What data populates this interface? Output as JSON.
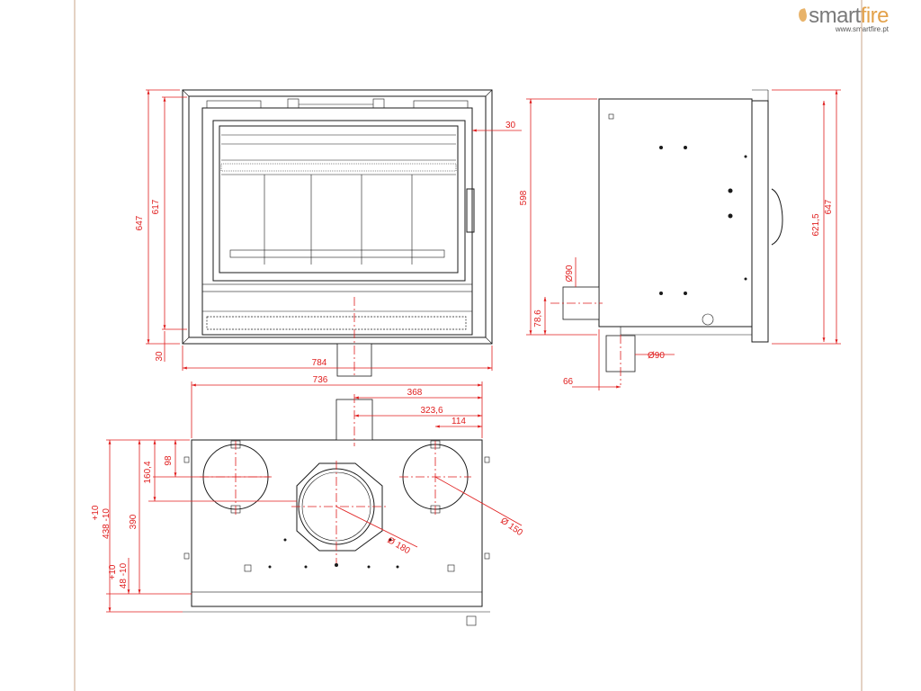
{
  "brand": {
    "name_part1": "smart",
    "name_part2": "fire",
    "url": "www.smartfire.pt"
  },
  "colors": {
    "dimension": "#e01e1e",
    "outline": "#1a1a1a",
    "border": "#c8a48a",
    "brand_accent": "#e3a24b"
  },
  "front_view": {
    "dims": {
      "height_outer": "647",
      "height_inner": "617",
      "bottom": "30",
      "width": "784",
      "side": "30"
    }
  },
  "side_view": {
    "dims": {
      "height_body": "598",
      "height_total": "647",
      "height_door": "621,5",
      "pipe_height": "78,6",
      "pipe_offset": "66",
      "pipe_dia_rear": "Ø90",
      "pipe_dia_bottom": "Ø90"
    }
  },
  "top_view": {
    "dims": {
      "width": "736",
      "center": "368",
      "outlet_offset": "323,6",
      "hole_offset": "114",
      "hole_y1": "98",
      "hole_y2": "160,4",
      "depth_a": "438 -10",
      "depth_a_tol": "+10",
      "depth_b": "390",
      "depth_c": "48 -10",
      "depth_c_tol": "+10",
      "flue_dia": "Ø 180",
      "hole_dia": "Ø 150"
    }
  }
}
